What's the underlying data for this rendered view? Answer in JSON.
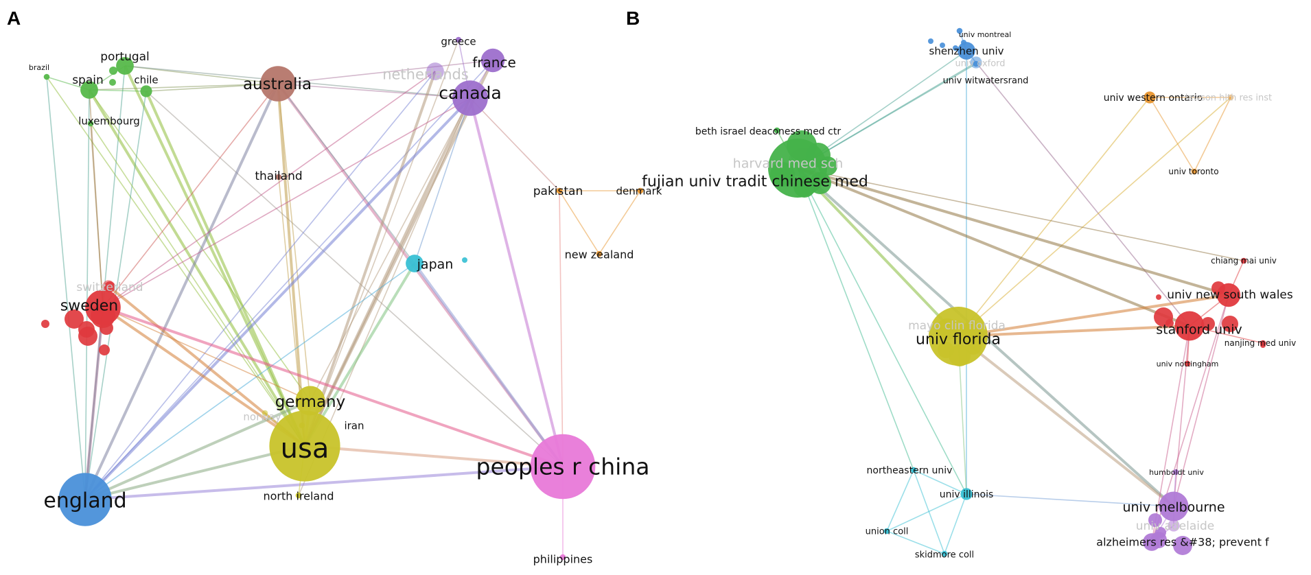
{
  "panels": [
    {
      "id": "A",
      "letter": "A",
      "clusters": {
        "green": "#56b84a",
        "brown": "#b5766a",
        "purple": "#9d6fcc",
        "orange": "#e8952e",
        "cyan": "#38c0d4",
        "red": "#e0393e",
        "olive": "#c8c32a",
        "blue": "#4a90d9",
        "pink": "#e879d8"
      },
      "nodes": [
        {
          "id": "brazil",
          "label": "brazil",
          "cluster": "green",
          "size": 1,
          "faded": false
        },
        {
          "id": "portugal",
          "label": "portugal",
          "cluster": "green",
          "size": 3,
          "faded": false
        },
        {
          "id": "spain",
          "label": "spain",
          "cluster": "green",
          "size": 3,
          "faded": false
        },
        {
          "id": "chile",
          "label": "chile",
          "cluster": "green",
          "size": 2,
          "faded": false
        },
        {
          "id": "luxembourg",
          "label": "luxembourg",
          "cluster": "green",
          "size": 1,
          "faded": false
        },
        {
          "id": "australia",
          "label": "australia",
          "cluster": "brown",
          "size": 6,
          "faded": false
        },
        {
          "id": "thailand",
          "label": "thailand",
          "cluster": "brown",
          "size": 1,
          "faded": false
        },
        {
          "id": "greece",
          "label": "greece",
          "cluster": "purple",
          "size": 1,
          "faded": false
        },
        {
          "id": "france",
          "label": "france",
          "cluster": "purple",
          "size": 4,
          "faded": false
        },
        {
          "id": "netherlands",
          "label": "netherlands",
          "cluster": "purple",
          "size": 3,
          "faded": true
        },
        {
          "id": "canada",
          "label": "canada",
          "cluster": "purple",
          "size": 6,
          "faded": false
        },
        {
          "id": "pakistan",
          "label": "pakistan",
          "cluster": "orange",
          "size": 1,
          "faded": false
        },
        {
          "id": "denmark",
          "label": "denmark",
          "cluster": "orange",
          "size": 1,
          "faded": false
        },
        {
          "id": "new zealand",
          "label": "new zealand",
          "cluster": "orange",
          "size": 1,
          "faded": false
        },
        {
          "id": "japan",
          "label": "japan",
          "cluster": "cyan",
          "size": 3,
          "faded": false
        },
        {
          "id": "switzerland",
          "label": "switzerland",
          "cluster": "red",
          "size": 2,
          "faded": true
        },
        {
          "id": "sweden",
          "label": "sweden",
          "cluster": "red",
          "size": 6,
          "faded": false
        },
        {
          "id": "germany",
          "label": "germany",
          "cluster": "olive",
          "size": 5,
          "faded": false
        },
        {
          "id": "norway",
          "label": "norway",
          "cluster": "olive",
          "size": 1,
          "faded": true
        },
        {
          "id": "iran",
          "label": "iran",
          "cluster": "olive",
          "size": 1,
          "faded": false
        },
        {
          "id": "usa",
          "label": "usa",
          "cluster": "olive",
          "size": 12,
          "faded": false
        },
        {
          "id": "north ireland",
          "label": "north ireland",
          "cluster": "olive",
          "size": 1,
          "faded": false
        },
        {
          "id": "england",
          "label": "england",
          "cluster": "blue",
          "size": 9,
          "faded": false
        },
        {
          "id": "peoples r china",
          "label": "peoples r china",
          "cluster": "pink",
          "size": 11,
          "faded": false
        },
        {
          "id": "philippines",
          "label": "philippines",
          "cluster": "pink",
          "size": 1,
          "faded": false
        }
      ],
      "links": [
        [
          "brazil",
          "spain"
        ],
        [
          "brazil",
          "england"
        ],
        [
          "brazil",
          "usa"
        ],
        [
          "portugal",
          "spain"
        ],
        [
          "portugal",
          "australia"
        ],
        [
          "portugal",
          "canada"
        ],
        [
          "portugal",
          "usa"
        ],
        [
          "portugal",
          "england"
        ],
        [
          "spain",
          "chile"
        ],
        [
          "spain",
          "australia"
        ],
        [
          "spain",
          "usa"
        ],
        [
          "spain",
          "england"
        ],
        [
          "spain",
          "sweden"
        ],
        [
          "spain",
          "germany"
        ],
        [
          "chile",
          "australia"
        ],
        [
          "chile",
          "usa"
        ],
        [
          "chile",
          "england"
        ],
        [
          "chile",
          "peoples r china"
        ],
        [
          "luxembourg",
          "usa"
        ],
        [
          "luxembourg",
          "sweden"
        ],
        [
          "australia",
          "canada"
        ],
        [
          "australia",
          "france"
        ],
        [
          "australia",
          "usa"
        ],
        [
          "australia",
          "england"
        ],
        [
          "australia",
          "sweden"
        ],
        [
          "australia",
          "peoples r china"
        ],
        [
          "australia",
          "germany"
        ],
        [
          "australia",
          "japan"
        ],
        [
          "thailand",
          "usa"
        ],
        [
          "greece",
          "canada"
        ],
        [
          "greece",
          "usa"
        ],
        [
          "france",
          "canada"
        ],
        [
          "france",
          "usa"
        ],
        [
          "france",
          "england"
        ],
        [
          "netherlands",
          "usa"
        ],
        [
          "netherlands",
          "england"
        ],
        [
          "netherlands",
          "sweden"
        ],
        [
          "canada",
          "usa"
        ],
        [
          "canada",
          "england"
        ],
        [
          "canada",
          "sweden"
        ],
        [
          "canada",
          "peoples r china"
        ],
        [
          "canada",
          "germany"
        ],
        [
          "canada",
          "japan"
        ],
        [
          "canada",
          "pakistan"
        ],
        [
          "canada",
          "north ireland"
        ],
        [
          "pakistan",
          "denmark"
        ],
        [
          "pakistan",
          "new zealand"
        ],
        [
          "denmark",
          "new zealand"
        ],
        [
          "pakistan",
          "peoples r china"
        ],
        [
          "japan",
          "usa"
        ],
        [
          "japan",
          "england"
        ],
        [
          "japan",
          "peoples r china"
        ],
        [
          "switzerland",
          "usa"
        ],
        [
          "sweden",
          "usa"
        ],
        [
          "sweden",
          "england"
        ],
        [
          "sweden",
          "peoples r china"
        ],
        [
          "sweden",
          "germany"
        ],
        [
          "germany",
          "usa"
        ],
        [
          "germany",
          "england"
        ],
        [
          "usa",
          "peoples r china"
        ],
        [
          "usa",
          "england"
        ],
        [
          "england",
          "peoples r china"
        ],
        [
          "north ireland",
          "usa"
        ],
        [
          "philippines",
          "peoples r china"
        ],
        [
          "iran",
          "usa"
        ],
        [
          "norway",
          "usa"
        ]
      ]
    },
    {
      "id": "B",
      "letter": "B",
      "clusters": {
        "blue": "#4a90d9",
        "green": "#44b24a",
        "orange": "#e8952e",
        "olive": "#c8c32a",
        "red": "#e0393e",
        "cyan": "#38c0d4",
        "purple": "#b07ad6"
      },
      "nodes": [
        {
          "id": "univ montreal",
          "label": "univ montreal",
          "cluster": "blue",
          "size": 1,
          "faded": false
        },
        {
          "id": "shenzhen univ",
          "label": "shenzhen univ",
          "cluster": "blue",
          "size": 3,
          "faded": false
        },
        {
          "id": "univ oxford",
          "label": "univ oxford",
          "cluster": "blue",
          "size": 2,
          "faded": true
        },
        {
          "id": "univ witwatersrand",
          "label": "univ witwatersrand",
          "cluster": "blue",
          "size": 1,
          "faded": false
        },
        {
          "id": "univ western ontario",
          "label": "univ western ontario",
          "cluster": "orange",
          "size": 2,
          "faded": false
        },
        {
          "id": "lawson hlth res inst",
          "label": "lawson hlth res inst",
          "cluster": "orange",
          "size": 1,
          "faded": true
        },
        {
          "id": "univ toronto",
          "label": "univ toronto",
          "cluster": "orange",
          "size": 1,
          "faded": false
        },
        {
          "id": "beth israel deaconess med ctr",
          "label": "beth israel deaconess med ctr",
          "cluster": "green",
          "size": 1,
          "faded": false
        },
        {
          "id": "harvard med sch",
          "label": "harvard med sch",
          "cluster": "green",
          "size": 5,
          "faded": true
        },
        {
          "id": "fujian univ tradit chinese med",
          "label": "fujian univ tradit chinese med",
          "cluster": "green",
          "size": 10,
          "faded": false
        },
        {
          "id": "chiang mai univ",
          "label": "chiang mai univ",
          "cluster": "red",
          "size": 1,
          "faded": false
        },
        {
          "id": "univ new south wales",
          "label": "univ new south wales",
          "cluster": "red",
          "size": 4,
          "faded": false
        },
        {
          "id": "stanford univ",
          "label": "stanford univ",
          "cluster": "red",
          "size": 5,
          "faded": false
        },
        {
          "id": "nanjing med univ",
          "label": "nanjing med univ",
          "cluster": "red",
          "size": 1,
          "faded": false
        },
        {
          "id": "univ nottingham",
          "label": "univ nottingham",
          "cluster": "red",
          "size": 1,
          "faded": false
        },
        {
          "id": "mayo clin florida",
          "label": "mayo clin florida",
          "cluster": "olive",
          "size": 2,
          "faded": true
        },
        {
          "id": "univ florida",
          "label": "univ florida",
          "cluster": "olive",
          "size": 10,
          "faded": false
        },
        {
          "id": "northeastern univ",
          "label": "northeastern univ",
          "cluster": "cyan",
          "size": 1,
          "faded": false
        },
        {
          "id": "univ illinois",
          "label": "univ illinois",
          "cluster": "cyan",
          "size": 2,
          "faded": false
        },
        {
          "id": "union coll",
          "label": "union coll",
          "cluster": "cyan",
          "size": 1,
          "faded": false
        },
        {
          "id": "skidmore coll",
          "label": "skidmore coll",
          "cluster": "cyan",
          "size": 1,
          "faded": false
        },
        {
          "id": "humboldt univ",
          "label": "humboldt univ",
          "cluster": "purple",
          "size": 1,
          "faded": false
        },
        {
          "id": "univ melbourne",
          "label": "univ melbourne",
          "cluster": "purple",
          "size": 5,
          "faded": false
        },
        {
          "id": "univ adelaide",
          "label": "univ adelaide",
          "cluster": "purple",
          "size": 2,
          "faded": true
        },
        {
          "id": "alzheimers res &#38; prevent f",
          "label": "alzheimers res &#38; prevent f",
          "cluster": "purple",
          "size": 3,
          "faded": false
        }
      ],
      "links": [
        [
          "univ montreal",
          "shenzhen univ"
        ],
        [
          "shenzhen univ",
          "univ oxford"
        ],
        [
          "shenzhen univ",
          "fujian univ tradit chinese med"
        ],
        [
          "univ oxford",
          "fujian univ tradit chinese med"
        ],
        [
          "univ witwatersrand",
          "fujian univ tradit chinese med"
        ],
        [
          "shenzhen univ",
          "univ illinois"
        ],
        [
          "univ oxford",
          "stanford univ"
        ],
        [
          "univ western ontario",
          "lawson hlth res inst"
        ],
        [
          "univ western ontario",
          "univ toronto"
        ],
        [
          "lawson hlth res inst",
          "univ toronto"
        ],
        [
          "univ western ontario",
          "univ florida"
        ],
        [
          "lawson hlth res inst",
          "univ florida"
        ],
        [
          "beth israel deaconess med ctr",
          "fujian univ tradit chinese med"
        ],
        [
          "harvard med sch",
          "fujian univ tradit chinese med"
        ],
        [
          "fujian univ tradit chinese med",
          "univ new south wales"
        ],
        [
          "fujian univ tradit chinese med",
          "stanford univ"
        ],
        [
          "fujian univ tradit chinese med",
          "univ florida"
        ],
        [
          "fujian univ tradit chinese med",
          "univ illinois"
        ],
        [
          "fujian univ tradit chinese med",
          "univ melbourne"
        ],
        [
          "fujian univ tradit chinese med",
          "northeastern univ"
        ],
        [
          "fujian univ tradit chinese med",
          "chiang mai univ"
        ],
        [
          "univ florida",
          "stanford univ"
        ],
        [
          "univ florida",
          "univ new south wales"
        ],
        [
          "univ florida",
          "univ illinois"
        ],
        [
          "univ florida",
          "univ melbourne"
        ],
        [
          "univ florida",
          "mayo clin florida"
        ],
        [
          "chiang mai univ",
          "univ new south wales"
        ],
        [
          "univ new south wales",
          "stanford univ"
        ],
        [
          "stanford univ",
          "nanjing med univ"
        ],
        [
          "univ nottingham",
          "stanford univ"
        ],
        [
          "stanford univ",
          "univ melbourne"
        ],
        [
          "univ new south wales",
          "univ melbourne"
        ],
        [
          "stanford univ",
          "alzheimers res &#38; prevent f"
        ],
        [
          "univ new south wales",
          "alzheimers res &#38; prevent f"
        ],
        [
          "northeastern univ",
          "univ illinois"
        ],
        [
          "northeastern univ",
          "union coll"
        ],
        [
          "northeastern univ",
          "skidmore coll"
        ],
        [
          "univ illinois",
          "union coll"
        ],
        [
          "univ illinois",
          "skidmore coll"
        ],
        [
          "univ illinois",
          "univ melbourne"
        ],
        [
          "union coll",
          "skidmore coll"
        ],
        [
          "humboldt univ",
          "univ melbourne"
        ],
        [
          "univ melbourne",
          "univ adelaide"
        ],
        [
          "univ melbourne",
          "alzheimers res &#38; prevent f"
        ],
        [
          "univ adelaide",
          "alzheimers res &#38; prevent f"
        ]
      ]
    }
  ]
}
